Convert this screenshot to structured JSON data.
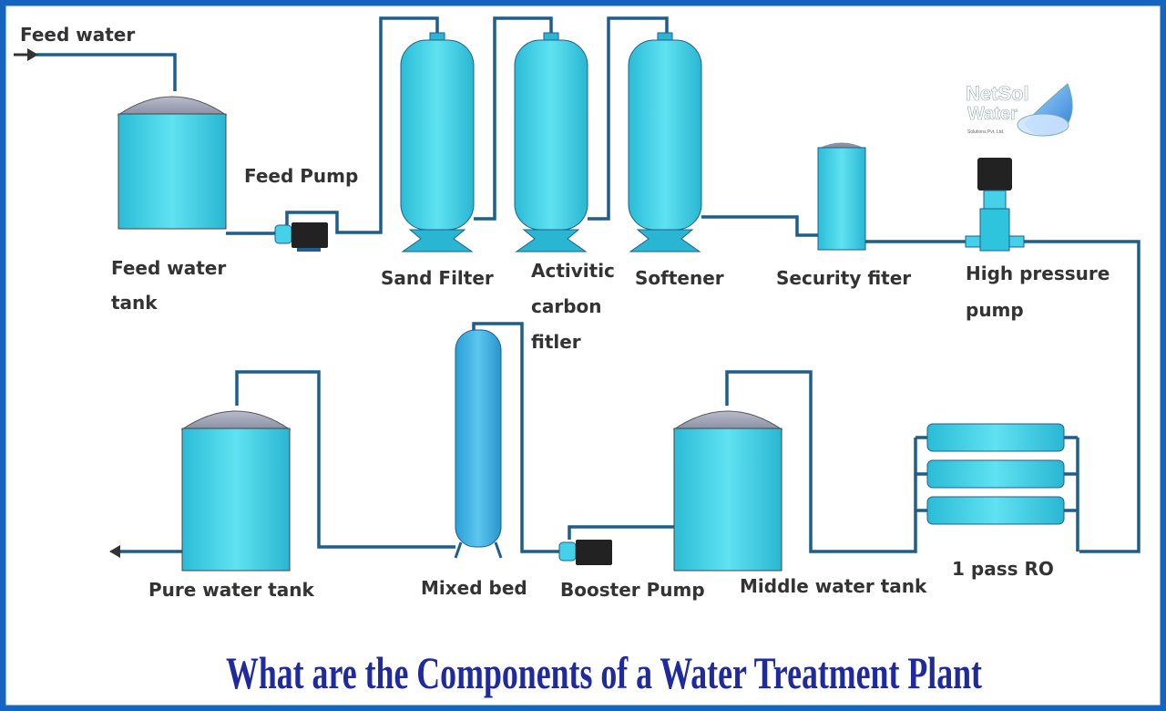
{
  "labels": {
    "feed_water": "Feed water",
    "feed_pump": "Feed Pump",
    "feed_water_tank_1": "Feed water",
    "feed_water_tank_2": "tank",
    "sand_filter": "Sand Filter",
    "carbon_1": "Activitic",
    "carbon_2": "carbon",
    "carbon_3": "fitler",
    "softener": "Softener",
    "security_filter": "Security fiter",
    "hp_pump_1": "High pressure",
    "hp_pump_2": "pump",
    "pure_water_tank": "Pure water tank",
    "mixed_bed": "Mixed bed",
    "booster_pump": "Booster Pump",
    "middle_water_tank": "Middle water tank",
    "ro": "1 pass RO"
  },
  "title": "What are the Components of a Water Treatment Plant",
  "logo": {
    "line1": "NetSol",
    "line2": "Water",
    "line3": "Solutions Pvt. Ltd."
  },
  "colors": {
    "border": "#1565c0",
    "pipe": "#1d5f8c",
    "tank": "#3fd3e8",
    "title": "#1f2a9e"
  }
}
